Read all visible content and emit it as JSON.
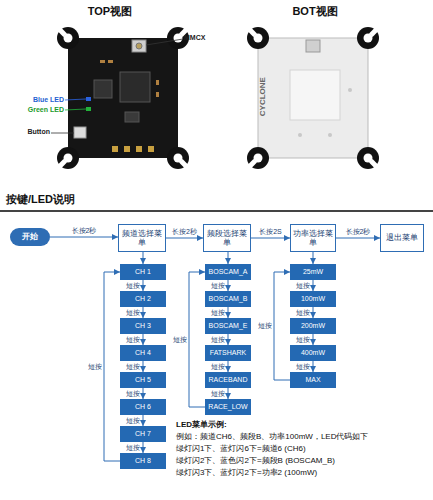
{
  "diagram": {
    "nodes": [
      {
        "text": [
          "开始"
        ]
      },
      {
        "text": [
          "频道选择菜单"
        ]
      },
      {
        "text": [
          "频段选择菜单"
        ]
      },
      {
        "text": [
          "功率选择菜单"
        ]
      },
      {
        "text": [
          "退出菜单"
        ]
      },
      {
        "text": [
          "CH 1"
        ]
      },
      {
        "text": [
          "CH 2"
        ]
      },
      {
        "text": [
          "CH 3"
        ]
      },
      {
        "text": [
          "CH 4"
        ]
      },
      {
        "text": [
          "CH 5"
        ]
      },
      {
        "text": [
          "CH 6"
        ]
      },
      {
        "text": [
          "CH 7"
        ]
      },
      {
        "text": [
          "CH 8"
        ]
      },
      {
        "text": [
          "BOSCAM_A"
        ]
      },
      {
        "text": [
          "BOSCAM_B"
        ]
      },
      {
        "text": [
          "BOSCAM_E"
        ]
      },
      {
        "text": [
          "FATSHARK"
        ]
      },
      {
        "text": [
          "RACEBAND"
        ]
      },
      {
        "text": [
          "RACE_LOW"
        ]
      },
      {
        "text": [
          "25mW"
        ]
      },
      {
        "text": [
          "100mW"
        ]
      },
      {
        "text": [
          "200mW"
        ]
      },
      {
        "text": [
          "400mW"
        ]
      },
      {
        "text": [
          "MAX"
        ]
      }
    ],
    "edges": [
      {
        "from": 0,
        "to": 1,
        "arrow": "to",
        "label": "长按2秒"
      },
      {
        "from": 1,
        "to": 2,
        "arrow": "to",
        "label": "长按2秒"
      },
      {
        "from": 2,
        "to": 3,
        "arrow": "to",
        "label": "长按2S"
      },
      {
        "from": 3,
        "to": 4,
        "arrow": "to",
        "label": "长按2秒"
      },
      {
        "from": 1,
        "to": 5,
        "arrow": "to"
      },
      {
        "from": 5,
        "to": 6,
        "arrow": "to",
        "label": "短按"
      },
      {
        "from": 6,
        "to": 7,
        "arrow": "to",
        "label": "短按"
      },
      {
        "from": 7,
        "to": 8,
        "arrow": "to",
        "label": "短按"
      },
      {
        "from": 8,
        "to": 9,
        "arrow": "to",
        "label": "短按"
      },
      {
        "from": 9,
        "to": 10,
        "arrow": "to",
        "label": "短按"
      },
      {
        "from": 10,
        "to": 11,
        "arrow": "to",
        "label": "短按"
      },
      {
        "from": 11,
        "to": 12,
        "arrow": "to",
        "label": "短按"
      },
      {
        "from": 12,
        "to": 5,
        "arrow": "to",
        "label": "短按"
      },
      {
        "from": 2,
        "to": 13,
        "arrow": "to"
      },
      {
        "from": 13,
        "to": 14,
        "arrow": "to",
        "label": "短按"
      },
      {
        "from": 14,
        "to": 15,
        "arrow": "to",
        "label": "短按"
      },
      {
        "from": 15,
        "to": 16,
        "arrow": "to",
        "label": "短按"
      },
      {
        "from": 16,
        "to": 17,
        "arrow": "to",
        "label": "短按"
      },
      {
        "from": 17,
        "to": 18,
        "arrow": "to",
        "label": "短按"
      },
      {
        "from": 18,
        "to": 13,
        "arrow": "to",
        "label": "短按"
      },
      {
        "from": 3,
        "to": 19,
        "arrow": "to"
      },
      {
        "from": 19,
        "to": 20,
        "arrow": "to",
        "label": "短按"
      },
      {
        "from": 20,
        "to": 21,
        "arrow": "to",
        "label": "短按"
      },
      {
        "from": 21,
        "to": 22,
        "arrow": "to",
        "label": "短按"
      },
      {
        "from": 22,
        "to": 23,
        "arrow": "to",
        "label": "短按"
      },
      {
        "from": 23,
        "to": 19,
        "arrow": "to",
        "label": "短按"
      }
    ],
    "labels": [
      "TOP视图",
      "BOT视图",
      "MMCX",
      "Blue LED",
      "Green LED",
      "Button",
      "CYCLONE",
      "按键/LED说明",
      "LED菜单示例:",
      "例如：频道CH6、频段B、功率100mW，LED代码如下",
      "绿灯闪1下、蓝灯闪6下=频道6 (CH6)",
      "绿灯闪2下、蓝色闪2下=频段B (BOSCAM_B)",
      "绿灯闪3下、蓝灯闪2下=功率2 (100mW)"
    ]
  }
}
